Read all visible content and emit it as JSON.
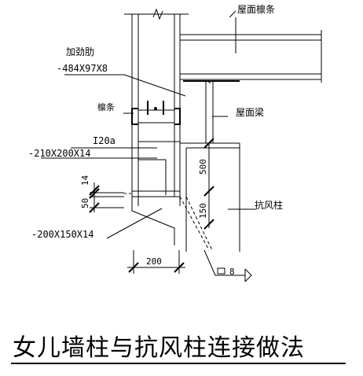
{
  "labels": {
    "roof_purlin": "屋面檩条",
    "stiffener": "加劲肋",
    "stiffener_size": "-484X97X8",
    "purlin": "檩条",
    "roof_beam": "屋面梁",
    "column_section": "I20a",
    "plate_1": "-210X200X14",
    "wind_column": "抗风柱",
    "plate_2": "-200X150X14"
  },
  "dimensions": {
    "d500": "500",
    "d150": "150",
    "d50": "50",
    "d14": "14",
    "d200": "200",
    "weld": "8"
  },
  "title": "女儿墙柱与抗风柱连接做法"
}
